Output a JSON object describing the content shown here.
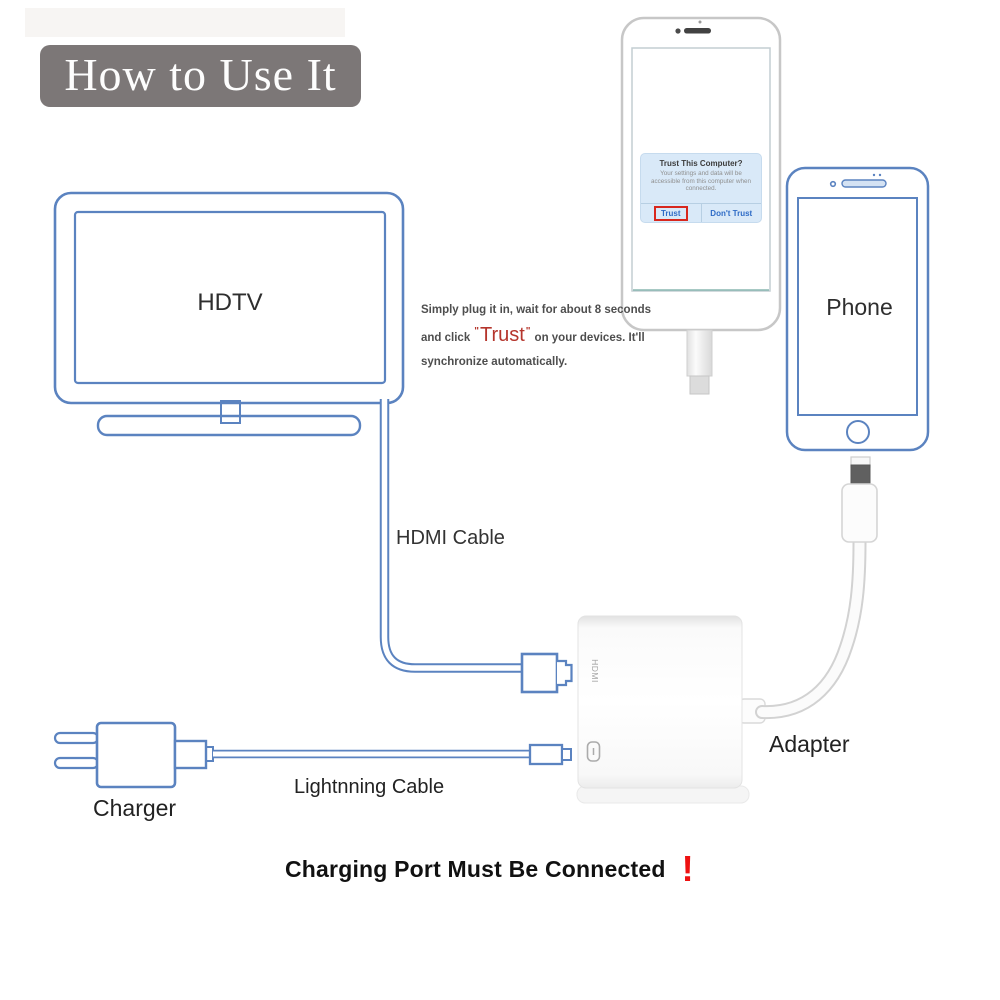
{
  "header": {
    "title": "How to Use It"
  },
  "tv": {
    "label": "HDTV"
  },
  "phone": {
    "label": "Phone"
  },
  "trust_dialog": {
    "title": "Trust This Computer?",
    "body": "Your settings and data will be accessible from this computer when connected.",
    "trust_button": "Trust",
    "dont_trust_button": "Don't Trust"
  },
  "instruction": {
    "line1": "Simply plug it in, wait for about 8 seconds",
    "line2_before": "and click",
    "quote_open": "\"",
    "trust_word": "Trust",
    "quote_close": "\"",
    "line2_after": "on your devices. It'll",
    "line3": "synchronize automatically."
  },
  "labels": {
    "hdmi_cable": "HDMI Cable",
    "lightning_cable": "Lightnning Cable",
    "charger": "Charger",
    "adapter": "Adapter",
    "adapter_hdmi_port": "HDMI"
  },
  "warning": {
    "text": "Charging Port Must Be Connected",
    "mark": "!"
  },
  "colors": {
    "outline_blue": "#5b83c0",
    "header_gray": "#7c7777",
    "dialog_bg": "#d9e9f8",
    "button_blue": "#2e6bc6",
    "highlight_box_red": "#d8271d",
    "trust_text_red": "#b5352c",
    "warning_red": "#ee1111"
  }
}
